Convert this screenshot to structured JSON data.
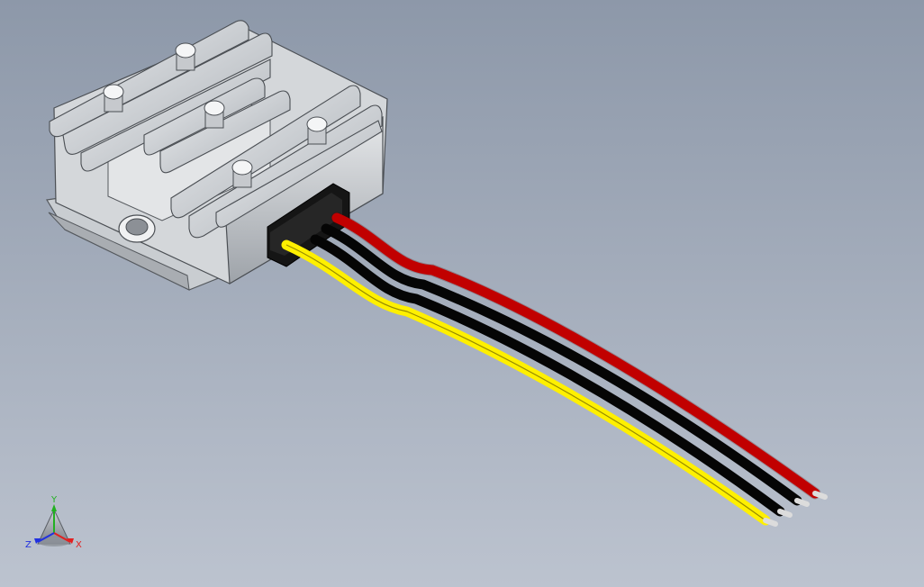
{
  "viewport": {
    "background_top": "#8d98a9",
    "background_bottom": "#bcc3cf"
  },
  "model": {
    "housing_color": "#d9dcdf",
    "wire_colors": {
      "red": "#e80000",
      "black": "#050505",
      "black_2": "#050505",
      "yellow": "#fff000"
    }
  },
  "triad": {
    "x_label": "X",
    "y_label": "Y",
    "z_label": "Z",
    "x_color": "#e22020",
    "y_color": "#22b022",
    "z_color": "#2030e0"
  }
}
